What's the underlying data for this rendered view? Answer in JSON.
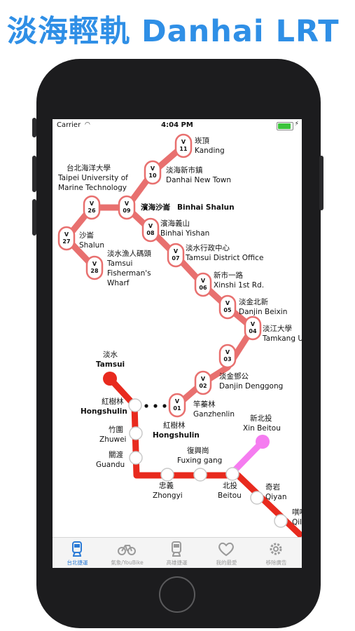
{
  "headline": "淡海輕軌 Danhai LRT",
  "status_bar": {
    "carrier": "Carrier",
    "time": "4:04 PM",
    "battery_level": 0.9
  },
  "map": {
    "lrt_stations": [
      {
        "code_line": "V",
        "code_num": "11",
        "zh": "崁頂",
        "en": "Kanding"
      },
      {
        "code_line": "V",
        "code_num": "10",
        "zh": "淡海新市鎮",
        "en": "Danhai New Town"
      },
      {
        "code_line": "V",
        "code_num": "09",
        "zh": "濱海沙崙",
        "en": "Binhai Shalun"
      },
      {
        "code_line": "V",
        "code_num": "08",
        "zh": "濱海義山",
        "en": "Binhai Yishan"
      },
      {
        "code_line": "V",
        "code_num": "07",
        "zh": "淡水行政中心",
        "en": "Tamsui District Office"
      },
      {
        "code_line": "V",
        "code_num": "06",
        "zh": "新市一路",
        "en": "Xinshi 1st Rd."
      },
      {
        "code_line": "V",
        "code_num": "05",
        "zh": "淡金北新",
        "en": "Danjin Beixin"
      },
      {
        "code_line": "V",
        "code_num": "04",
        "zh": "淡江大學",
        "en": "Tamkang U"
      },
      {
        "code_line": "V",
        "code_num": "03",
        "zh": "",
        "en": ""
      },
      {
        "code_line": "V",
        "code_num": "02",
        "zh": "淡金鄧公",
        "en": "Danjin Denggong"
      },
      {
        "code_line": "V",
        "code_num": "01",
        "zh": "竿蓁林",
        "en": "Ganzhenlin"
      },
      {
        "code_line": "V",
        "code_num": "26",
        "zh": "台北海洋大學",
        "en": "Taipei University of",
        "en2": "Marine Technology"
      },
      {
        "code_line": "V",
        "code_num": "27",
        "zh": "沙崙",
        "en": "Shalun"
      },
      {
        "code_line": "V",
        "code_num": "28",
        "zh": "淡水漁人碼頭",
        "en": "Tamsui",
        "en2": "Fisherman's",
        "en3": "Wharf"
      }
    ],
    "mrt_stations": [
      {
        "zh": "淡水",
        "en": "Tamsui"
      },
      {
        "zh": "紅樹林",
        "en": "Hongshulin"
      },
      {
        "zh": "紅樹林",
        "en": "Hongshulin"
      },
      {
        "zh": "竹圍",
        "en": "Zhuwei"
      },
      {
        "zh": "關渡",
        "en": "Guandu"
      },
      {
        "zh": "忠義",
        "en": "Zhongyi"
      },
      {
        "zh": "復興崗",
        "en": "Fuxing gang"
      },
      {
        "zh": "北投",
        "en": "Beitou"
      },
      {
        "zh": "新北投",
        "en": "Xin Beitou"
      },
      {
        "zh": "奇岩",
        "en": "Qiyan"
      },
      {
        "zh": "唭哩",
        "en": "Qil"
      }
    ],
    "colors": {
      "lrt": "#e8706f",
      "mrt_red": "#e82a1e",
      "mrt_pink": "#f57cf0"
    }
  },
  "tabs": [
    {
      "label": "台北捷運",
      "icon": "metro-train-icon",
      "active": true
    },
    {
      "label": "氣象/YouBike",
      "icon": "bicycle-icon",
      "active": false
    },
    {
      "label": "高雄捷運",
      "icon": "kaohsiung-train-icon",
      "active": false
    },
    {
      "label": "我的最愛",
      "icon": "heart-icon",
      "active": false
    },
    {
      "label": "移除廣告",
      "icon": "gear-icon",
      "active": false
    }
  ]
}
